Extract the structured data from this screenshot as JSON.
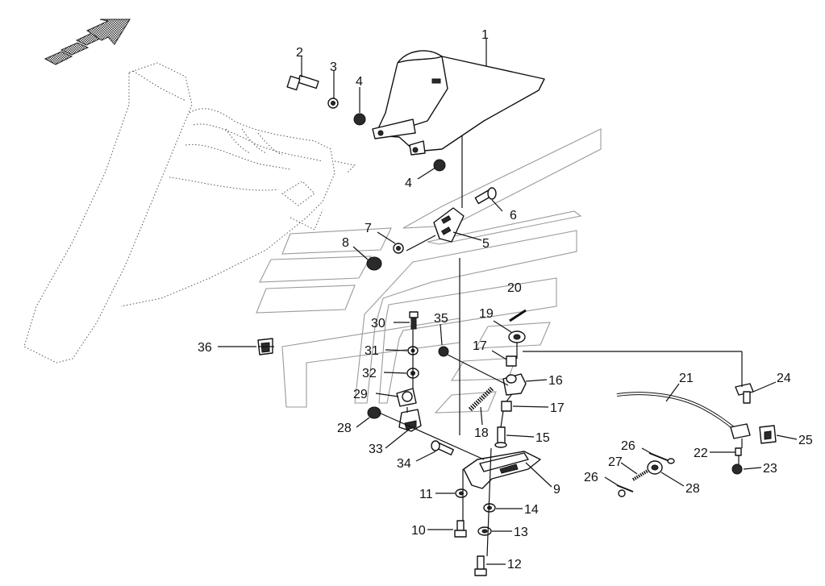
{
  "diagram": {
    "arrow_icon": "direction-arrow-icon",
    "callouts": [
      {
        "id": "c1",
        "label": "1"
      },
      {
        "id": "c2",
        "label": "2"
      },
      {
        "id": "c3",
        "label": "3"
      },
      {
        "id": "c4a",
        "label": "4"
      },
      {
        "id": "c4b",
        "label": "4"
      },
      {
        "id": "c5",
        "label": "5"
      },
      {
        "id": "c6",
        "label": "6"
      },
      {
        "id": "c7",
        "label": "7"
      },
      {
        "id": "c8",
        "label": "8"
      },
      {
        "id": "c9",
        "label": "9"
      },
      {
        "id": "c10",
        "label": "10"
      },
      {
        "id": "c11",
        "label": "11"
      },
      {
        "id": "c12",
        "label": "12"
      },
      {
        "id": "c13",
        "label": "13"
      },
      {
        "id": "c14",
        "label": "14"
      },
      {
        "id": "c15",
        "label": "15"
      },
      {
        "id": "c16",
        "label": "16"
      },
      {
        "id": "c17a",
        "label": "17"
      },
      {
        "id": "c17b",
        "label": "17"
      },
      {
        "id": "c18",
        "label": "18"
      },
      {
        "id": "c19",
        "label": "19"
      },
      {
        "id": "c20",
        "label": "20"
      },
      {
        "id": "c21",
        "label": "21"
      },
      {
        "id": "c22",
        "label": "22"
      },
      {
        "id": "c23",
        "label": "23"
      },
      {
        "id": "c24",
        "label": "24"
      },
      {
        "id": "c25",
        "label": "25"
      },
      {
        "id": "c26a",
        "label": "26"
      },
      {
        "id": "c26b",
        "label": "26"
      },
      {
        "id": "c27",
        "label": "27"
      },
      {
        "id": "c28a",
        "label": "28"
      },
      {
        "id": "c28b",
        "label": "28"
      },
      {
        "id": "c29",
        "label": "29"
      },
      {
        "id": "c30",
        "label": "30"
      },
      {
        "id": "c31",
        "label": "31"
      },
      {
        "id": "c32",
        "label": "32"
      },
      {
        "id": "c33",
        "label": "33"
      },
      {
        "id": "c34",
        "label": "34"
      },
      {
        "id": "c35",
        "label": "35"
      },
      {
        "id": "c36",
        "label": "36"
      }
    ]
  }
}
